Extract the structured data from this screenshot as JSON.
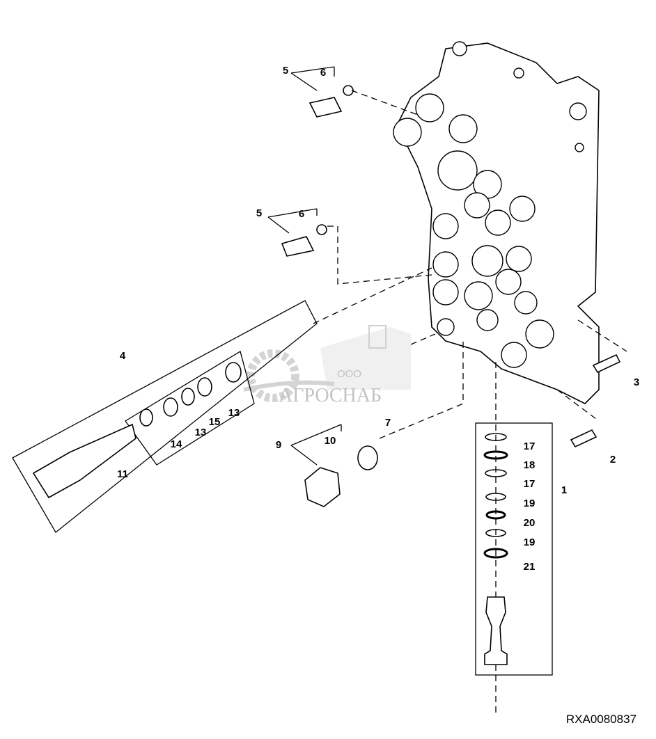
{
  "callouts": [
    "5",
    "6",
    "5",
    "6",
    "4",
    "3",
    "2",
    "7",
    "9",
    "10",
    "13",
    "15",
    "13",
    "14",
    "11",
    "1",
    "17",
    "18",
    "17",
    "19",
    "20",
    "19",
    "21"
  ],
  "figure_id": "RXA0080837",
  "watermark": {
    "prefix": "ООО",
    "name": "АГРОСНАБ"
  }
}
